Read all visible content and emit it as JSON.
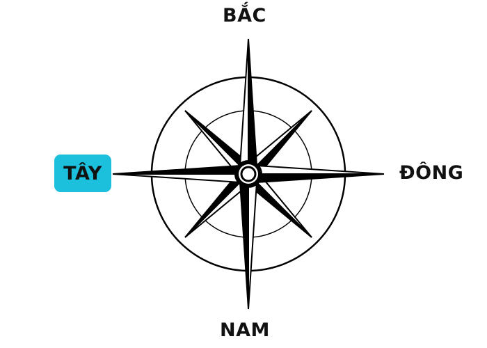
{
  "compass": {
    "north": "BẮC",
    "south": "NAM",
    "east": "ĐÔNG",
    "west": "TÂY"
  },
  "highlight": {
    "direction": "west",
    "color": "#1cbfdc"
  },
  "colors": {
    "ink": "#000000",
    "background": "#ffffff"
  }
}
